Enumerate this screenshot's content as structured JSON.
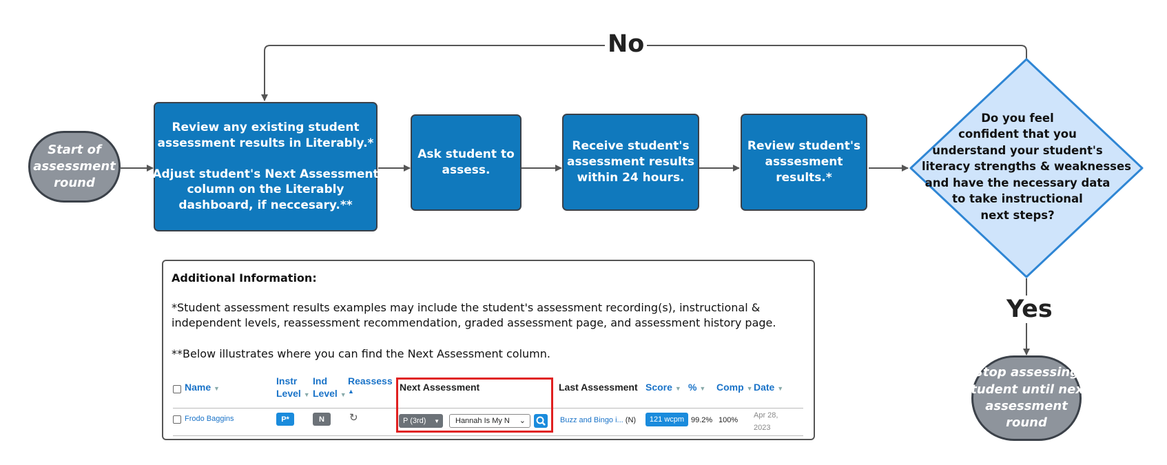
{
  "flow": {
    "start_lines": [
      "Start of",
      "assessment",
      "round"
    ],
    "review_existing_lines_a": [
      "Review  any existing student",
      "assessment results in Literably.*"
    ],
    "review_existing_lines_b": [
      "Adjust student's Next Assessment",
      "column on the Literably",
      "dashboard, if neccesary.**"
    ],
    "ask_lines": [
      "Ask student to",
      "assess."
    ],
    "receive_lines": [
      "Receive student's",
      "assessment results",
      "within 24 hours."
    ],
    "review_results_lines": [
      "Review student's",
      "asssesment",
      "results.*"
    ],
    "decision_lines": [
      "Do you feel",
      "confident that you",
      "understand your student's",
      "literacy strengths & weaknesses",
      "and have the necessary data",
      "to take instructional",
      "next steps?"
    ],
    "no_label": "No",
    "yes_label": "Yes",
    "stop_lines": [
      "Stop assessing",
      "student until next",
      "assessment",
      "round"
    ]
  },
  "info": {
    "title": "Additional Information:",
    "p1": "*Student assessment results examples may include the student's assessment recording(s), instructional & independent levels, reassessment recommendation, graded assessment page, and assessment history page.",
    "p2": "**Below illustrates where you can find the Next Assessment column."
  },
  "table": {
    "headers": {
      "name": "Name",
      "instr_a": "Instr",
      "instr_b": "Level",
      "ind_a": "Ind",
      "ind_b": "Level",
      "reassess": "Reassess",
      "next": "Next Assessment",
      "last": "Last Assessment",
      "score": "Score",
      "pct": "%",
      "comp": "Comp",
      "date": "Date"
    },
    "row": {
      "name": "Frodo Baggins",
      "instr": "P*",
      "ind": "N",
      "reassess_icon": "refresh-icon",
      "level_select": "P (3rd)",
      "book_select": "Hannah Is My N",
      "last_book": "Buzz and Bingo i...",
      "last_suffix": "(N)",
      "score": "121 wcpm",
      "pct": "99.2%",
      "comp": "100%",
      "date_a": "Apr 28,",
      "date_b": "2023"
    }
  },
  "colors": {
    "box": "#1079bd",
    "pill": "#8e949c",
    "diamond": "#cfe4fb",
    "diamond_border": "#2f86d4",
    "highlight": "#e02020"
  }
}
